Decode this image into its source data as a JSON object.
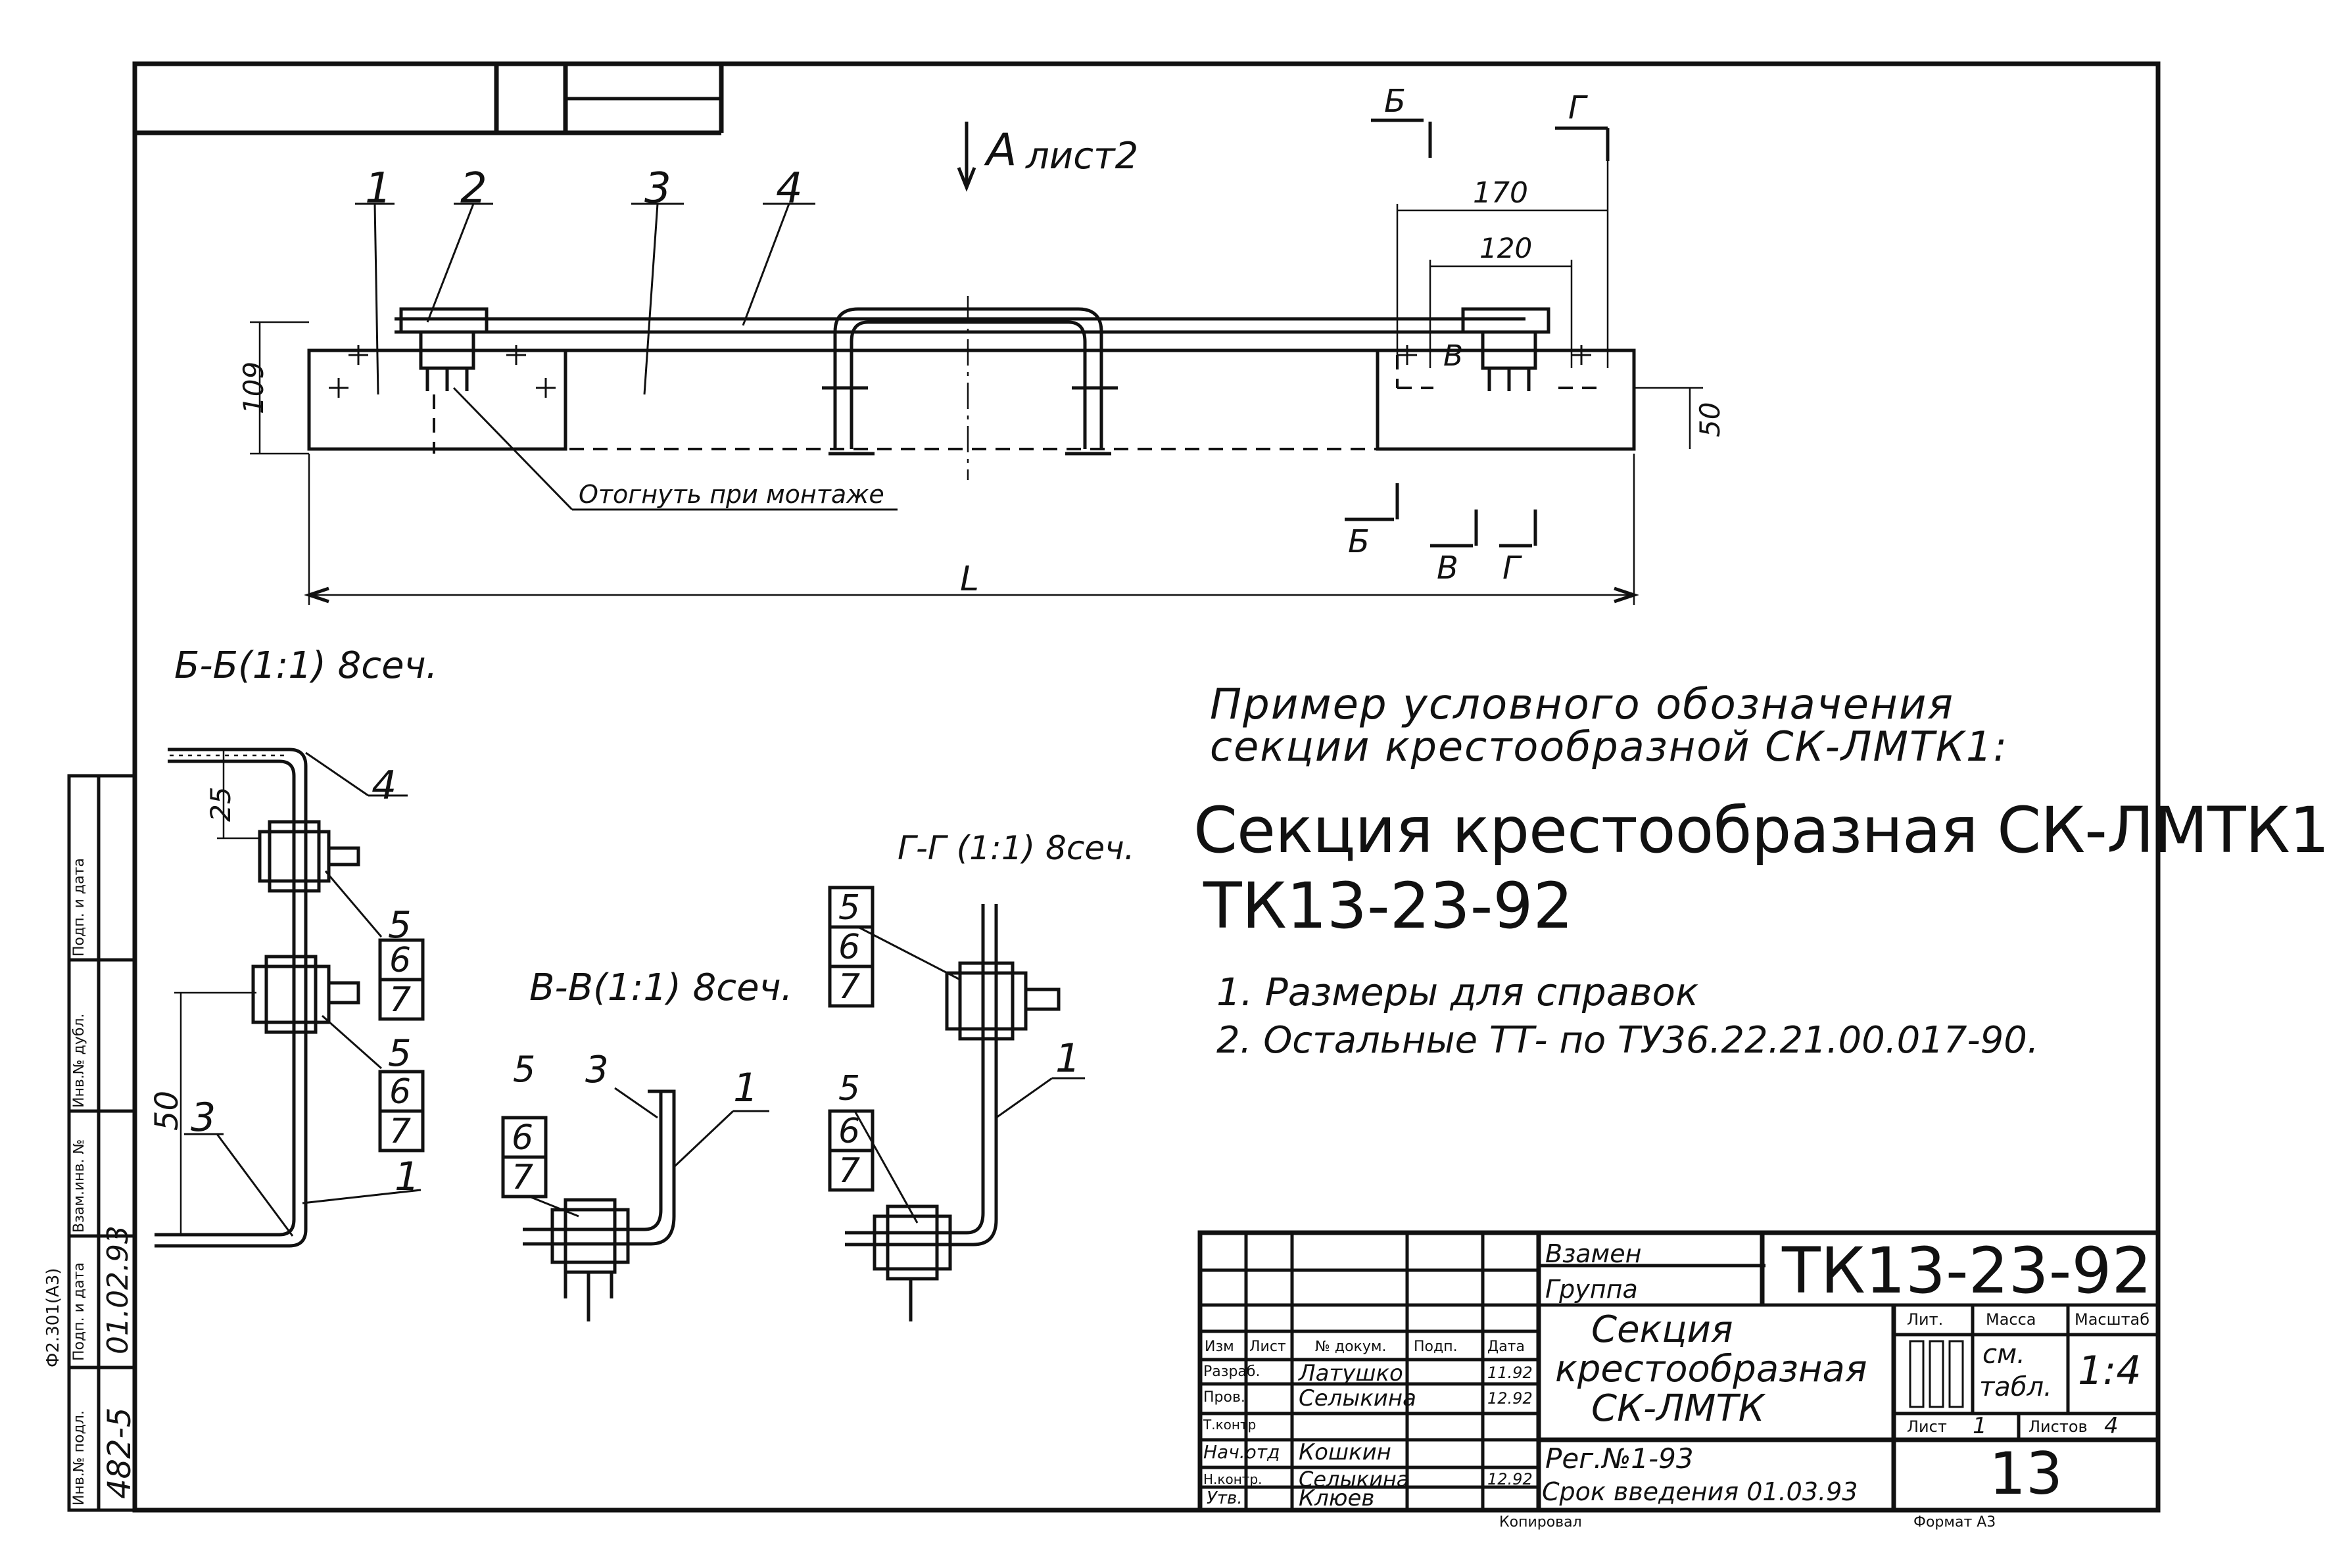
{
  "view_a": {
    "arrow_letter": "А",
    "sheet_ref": "лист2"
  },
  "item_numbers": {
    "n1": "1",
    "n2": "2",
    "n3": "3",
    "n4": "4"
  },
  "section_marks": {
    "b": "Б",
    "v": "В",
    "g": "Г"
  },
  "dimensions": {
    "d170": "170",
    "d120": "120",
    "d109": "109",
    "d50": "50",
    "L": "L",
    "d25": "25",
    "d50b": "50"
  },
  "bend_note": "Отогнуть при монтаже",
  "sections": {
    "bb_title": "Б-Б(1:1) 8сеч.",
    "vv_title": "В-В(1:1) 8сеч.",
    "gg_title": "Г-Г (1:1) 8сеч."
  },
  "callouts": {
    "c1": "1",
    "c3": "3",
    "c4": "4",
    "c5": "5",
    "c6": "6",
    "c7": "7"
  },
  "example": {
    "heading_line1": "Пример условного обозначения",
    "heading_line2": "секции крестообразной СК-ЛМТК1:",
    "designation_line1": "Секция крестообразная СК-ЛМТК1",
    "designation_line2": "ТК13-23-92"
  },
  "notes": [
    "1. Размеры для справок",
    "2. Остальные ТТ- по ТУ36.22.21.00.017-90."
  ],
  "title_block": {
    "replaces_label": "Взамен",
    "group_label": "Группа",
    "doc_code": "ТК13-23-92",
    "title_line1": "Секция",
    "title_line2": "крестообразная",
    "title_line3": "СК-ЛМТК",
    "col_izm": "Изм",
    "col_list": "Лист",
    "col_doc": "№ докум.",
    "col_sign": "Подп.",
    "col_date": "Дата",
    "rows": [
      {
        "role": "Разраб.",
        "name": "Латушко",
        "date": "11.92"
      },
      {
        "role": "Пров.",
        "name": "Селыкина",
        "date": "12.92"
      },
      {
        "role": "Т.контр",
        "name": "",
        "date": ""
      },
      {
        "role": "Нач.отд",
        "name": "Кошкин",
        "date": ""
      },
      {
        "role": "Н.контр.",
        "name": "Селыкина",
        "date": "12.92"
      },
      {
        "role": "Утв.",
        "name": "Клюев",
        "date": ""
      }
    ],
    "lit_label": "Лит.",
    "mass_label": "Масса",
    "scale_label": "Масштаб",
    "mass_value_1": "см.",
    "mass_value_2": "табл.",
    "scale_value": "1:4",
    "sheet_label": "Лист",
    "sheet_value": "1",
    "sheets_label": "Листов",
    "sheets_value": "4",
    "reg": "Рег.№1-93",
    "intro_date": "Срок введения 01.03.93",
    "big_number": "13",
    "copied": "Копировал",
    "format": "Формат А3"
  },
  "side_stamp": {
    "inv_orig": "Инв.№ подл.",
    "sign_date": "Подп. и дата",
    "replace_inv": "Взам.инв. №",
    "inv_dup": "Инв.№ дубл.",
    "sign_date2": "Подп. и дата",
    "inv_value": "482-5",
    "date_value": "01.02.93",
    "form_code": "Ф2.301(А3)"
  }
}
